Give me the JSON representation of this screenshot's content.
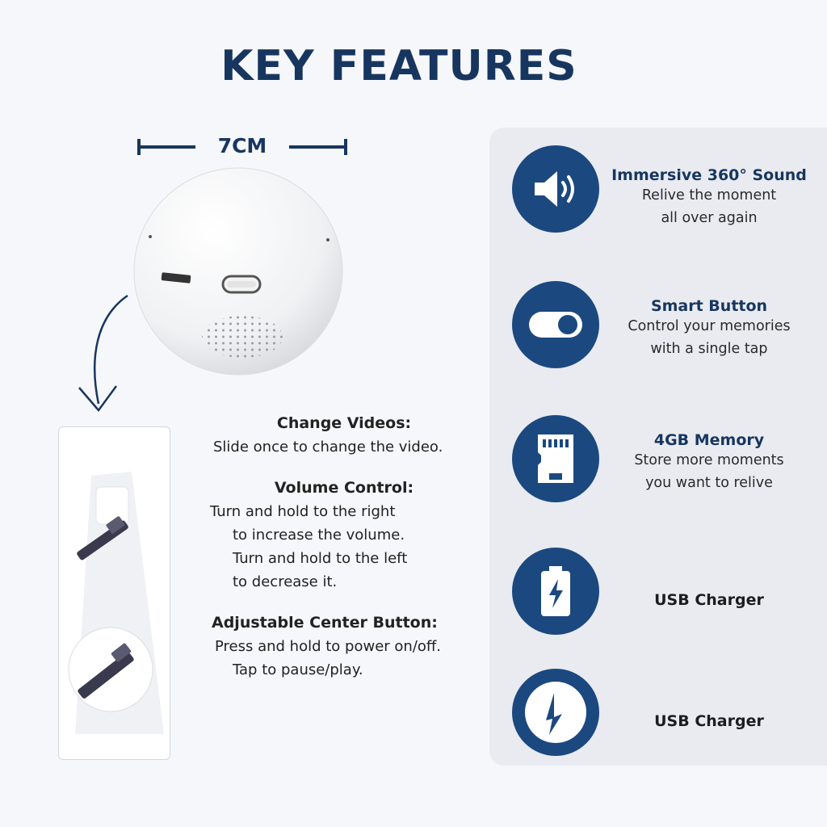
{
  "header": {
    "title": "KEY FEATURES"
  },
  "dimension": {
    "label": "7CM"
  },
  "instructions": [
    {
      "title": "Change Videos:",
      "lines": [
        "Slide once to change the video."
      ]
    },
    {
      "title": "Volume Control:",
      "lines": [
        "Turn and hold to the right",
        "to increase the volume.",
        "Turn and hold to the left",
        "to decrease it."
      ]
    },
    {
      "title": "Adjustable Center Button:",
      "lines": [
        "Press and hold to power on/off.",
        "Tap to pause/play."
      ]
    }
  ],
  "features": [
    {
      "icon": "speaker-icon",
      "title": "Immersive 360° Sound",
      "lines": [
        "Relive the moment",
        "all over again"
      ]
    },
    {
      "icon": "toggle-switch-icon",
      "title": "Smart Button",
      "lines": [
        "Control your memories",
        "with a single tap"
      ]
    },
    {
      "icon": "memory-card-icon",
      "title": "4GB Memory",
      "lines": [
        "Store more moments",
        "you want to relive"
      ]
    },
    {
      "icon": "battery-charging-icon",
      "title": "USB Charger",
      "lines": []
    },
    {
      "icon": "lightning-bolt-icon",
      "title": "USB Charger",
      "lines": []
    }
  ],
  "colors": {
    "brand_navy": "#17365f",
    "icon_blue": "#1c4880",
    "panel_bg": "#e9ebf1"
  }
}
